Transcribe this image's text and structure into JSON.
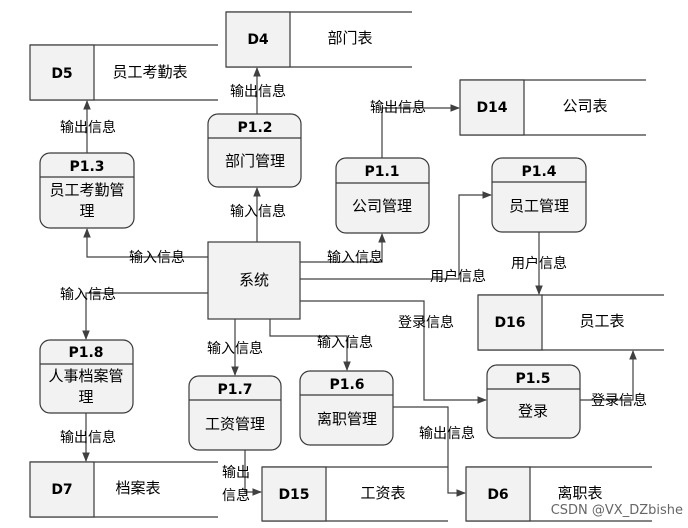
{
  "system": {
    "label": "系统"
  },
  "processes": {
    "p11": {
      "code": "P1.1",
      "name": "公司管理"
    },
    "p12": {
      "code": "P1.2",
      "name": "部门管理"
    },
    "p13": {
      "code": "P1.3",
      "name_line1": "员工考勤管",
      "name_line2": "理"
    },
    "p14": {
      "code": "P1.4",
      "name": "员工管理"
    },
    "p15": {
      "code": "P1.5",
      "name": "登录"
    },
    "p16": {
      "code": "P1.6",
      "name": "离职管理"
    },
    "p17": {
      "code": "P1.7",
      "name": "工资管理"
    },
    "p18": {
      "code": "P1.8",
      "name_line1": "人事档案管",
      "name_line2": "理"
    }
  },
  "datastores": {
    "d4": {
      "code": "D4",
      "name": "部门表"
    },
    "d5": {
      "code": "D5",
      "name": "员工考勤表"
    },
    "d14": {
      "code": "D14",
      "name": "公司表"
    },
    "d16": {
      "code": "D16",
      "name": "员工表"
    },
    "d7": {
      "code": "D7",
      "name": "档案表"
    },
    "d15": {
      "code": "D15",
      "name": "工资表"
    },
    "d6": {
      "code": "D6",
      "name": "离职表"
    }
  },
  "flows": {
    "p12_to_d4": "输出信息",
    "p13_to_d5": "输出信息",
    "p11_to_d14": "输出信息",
    "sys_to_p12": "输入信息",
    "sys_to_p13": "输入信息",
    "sys_to_p11": "输入信息",
    "sys_to_p14": "用户信息",
    "p14_to_d16": "用户信息",
    "sys_to_p18": "输入信息",
    "sys_to_p15": "登录信息",
    "sys_to_p17": "输入信息",
    "sys_to_p16": "输入信息",
    "p15_to_d16": "登录信息",
    "p18_to_d7": "输出信息",
    "p16_to_d6": "输出信息",
    "p17_to_d15_line1": "输出",
    "p17_to_d15_line2": "信息"
  },
  "watermark": "CSDN @VX_DZbishe"
}
